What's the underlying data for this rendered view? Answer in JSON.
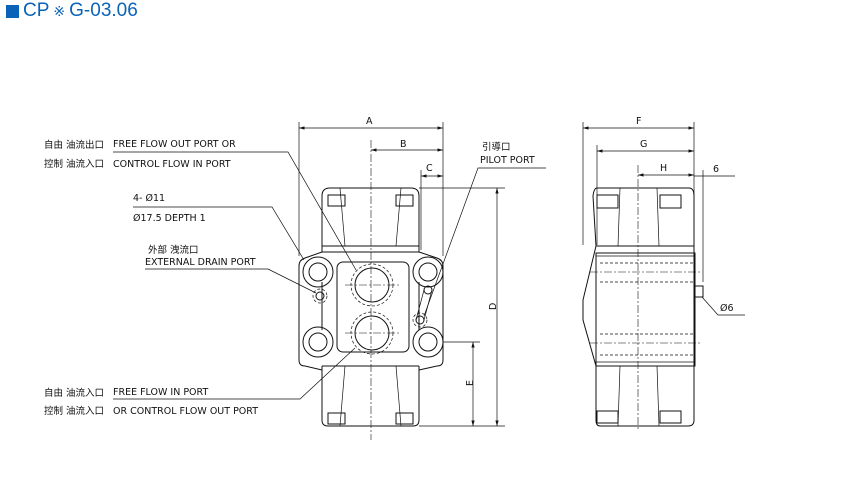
{
  "title": {
    "prefix": "CP",
    "symbol": "※",
    "model": "G-03.06",
    "accent": "#0a63b8"
  },
  "labels": {
    "free_out_cn": "自由 油流出口",
    "free_out_en": "FREE FLOW OUT PORT OR",
    "ctrl_in_cn": "控制 油流入口",
    "ctrl_in_en": "CONTROL FLOW IN PORT",
    "holes_1": "4- Ø11",
    "holes_2": "Ø17.5   DEPTH   1",
    "drain_cn": "外部 洩流口",
    "drain_en": "EXTERNAL DRAIN PORT",
    "pilot_cn": "引導口",
    "pilot_en": "PILOT PORT",
    "free_in_cn": "自由 油流入口",
    "free_in_en": "FREE FLOW IN PORT",
    "ctrl_out_cn": "控制 油流入口",
    "ctrl_out_en": "OR CONTROL FLOW OUT PORT",
    "pin": "Ø6"
  },
  "dims": {
    "A": "A",
    "B": "B",
    "C": "C",
    "D": "D",
    "E": "E",
    "F": "F",
    "G": "G",
    "H": "H",
    "six": "6"
  }
}
